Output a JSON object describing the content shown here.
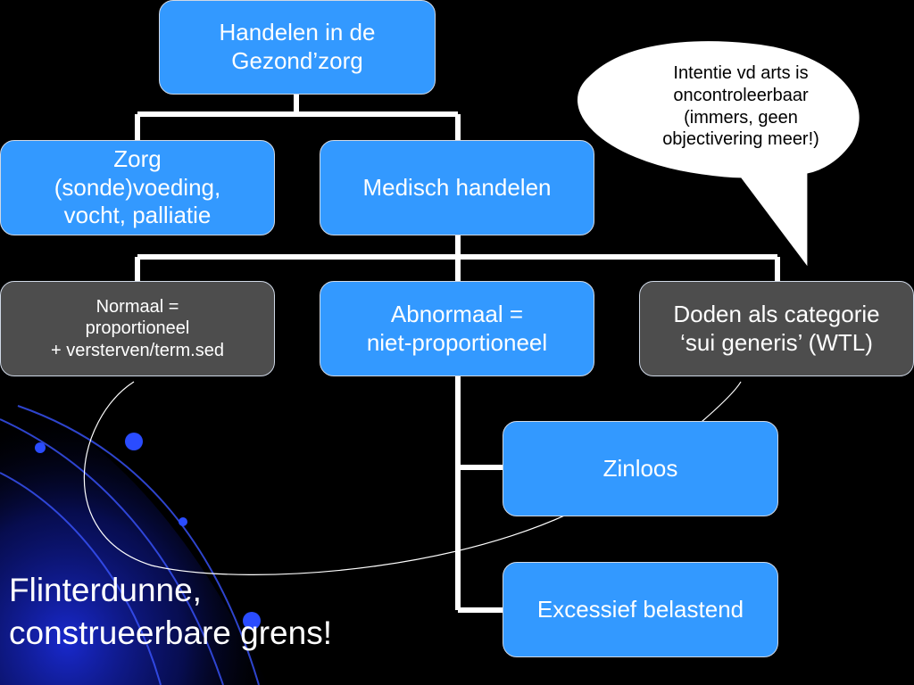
{
  "colors": {
    "background": "#000000",
    "box_primary": "#3399ff",
    "box_secondary": "#4d4d4d",
    "connector": "#ffffff",
    "decoration": "#1a2bd8"
  },
  "diagram": {
    "root": {
      "lines": [
        "Handelen in de",
        "Gezond’zorg"
      ]
    },
    "zorg": {
      "lines": [
        "Zorg",
        "(sonde)voeding,",
        "vocht, palliatie"
      ]
    },
    "medisch": {
      "lines": [
        "Medisch handelen"
      ]
    },
    "normaal": {
      "lines": [
        "Normaal =",
        "proportioneel",
        "+ versterven/term.sed"
      ]
    },
    "abnormaal": {
      "lines": [
        "Abnormaal =",
        "niet-proportioneel"
      ]
    },
    "doden": {
      "lines": [
        "Doden als categorie",
        "‘sui generis’ (WTL)"
      ]
    },
    "zinloos": {
      "lines": [
        "Zinloos"
      ]
    },
    "excessief": {
      "lines": [
        "Excessief belastend"
      ]
    }
  },
  "callout": {
    "lines": [
      "Intentie vd arts is",
      "oncontroleerbaar",
      "(immers, geen",
      "objectivering meer!)"
    ]
  },
  "caption": {
    "lines": [
      "Flinterdunne,",
      "construeerbare grens!"
    ]
  }
}
